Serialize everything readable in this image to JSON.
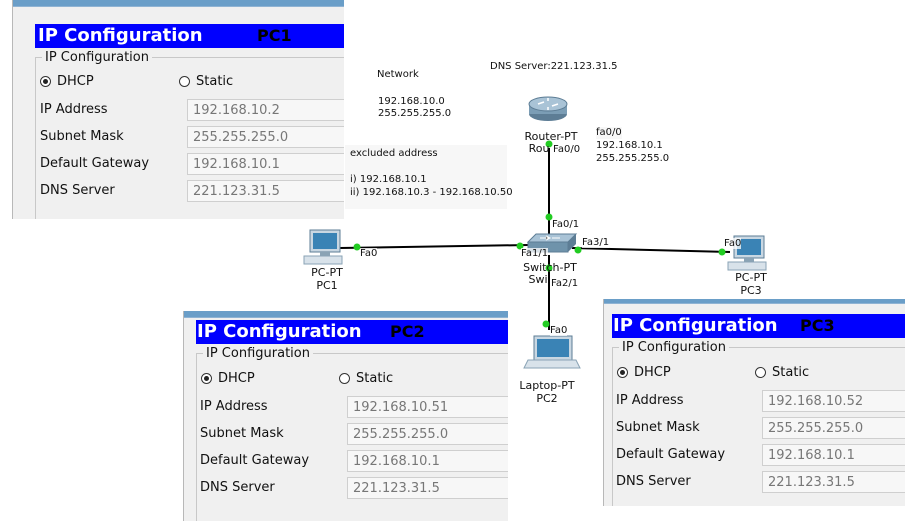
{
  "topology": {
    "notes": {
      "network_title": "Network",
      "network_line1": "192.168.10.0",
      "network_line2": "255.255.255.0",
      "dns_server": "DNS Server:221.123.31.5",
      "excluded_title": "excluded address",
      "excluded_line1": "i) 192.168.10.1",
      "excluded_line2": "ii) 192.168.10.3 - 192.168.10.50",
      "router_if_line1": "fa0/0",
      "router_if_line2": "192.168.10.1",
      "router_if_line3": "255.255.255.0"
    },
    "devices": {
      "router_type": "Router-PT",
      "router_name": "Rou",
      "switch_type": "Switch-PT",
      "switch_name": "Swi",
      "pc1_type": "PC-PT",
      "pc1_name": "PC1",
      "pc2_type": "Laptop-PT",
      "pc2_name": "PC2",
      "pc3_type": "PC-PT",
      "pc3_name": "PC3"
    },
    "ports": {
      "router_fa0_0": "Fa0/0",
      "switch_fa0_1": "Fa0/1",
      "switch_fa1_1": "Fa1/1",
      "switch_fa2_1": "Fa2/1",
      "switch_fa3_1": "Fa3/1",
      "pc1_fa0": "Fa0",
      "pc2_fa0": "Fa0",
      "pc3_fa0": "Fa0"
    },
    "colors": {
      "link": "#000000",
      "link_up": "#22cc22"
    }
  },
  "panels": {
    "pc1": {
      "title": "IP Configuration",
      "pc_name": "PC1",
      "group_label": "IP Configuration",
      "dhcp_label": "DHCP",
      "static_label": "Static",
      "mode": "DHCP",
      "ip_label": "IP Address",
      "ip_value": "192.168.10.2",
      "mask_label": "Subnet Mask",
      "mask_value": "255.255.255.0",
      "gw_label": "Default Gateway",
      "gw_value": "192.168.10.1",
      "dns_label": "DNS Server",
      "dns_value": "221.123.31.5"
    },
    "pc2": {
      "title": "IP Configuration",
      "pc_name": "PC2",
      "group_label": "IP Configuration",
      "dhcp_label": "DHCP",
      "static_label": "Static",
      "mode": "DHCP",
      "ip_label": "IP Address",
      "ip_value": "192.168.10.51",
      "mask_label": "Subnet Mask",
      "mask_value": "255.255.255.0",
      "gw_label": "Default Gateway",
      "gw_value": "192.168.10.1",
      "dns_label": "DNS Server",
      "dns_value": "221.123.31.5"
    },
    "pc3": {
      "title": "IP Configuration",
      "pc_name": "PC3",
      "group_label": "IP Configuration",
      "dhcp_label": "DHCP",
      "static_label": "Static",
      "mode": "DHCP",
      "ip_label": "IP Address",
      "ip_value": "192.168.10.52",
      "mask_label": "Subnet Mask",
      "mask_value": "255.255.255.0",
      "gw_label": "Default Gateway",
      "gw_value": "192.168.10.1",
      "dns_label": "DNS Server",
      "dns_value": "221.123.31.5"
    },
    "title_color": "#0000ff"
  }
}
